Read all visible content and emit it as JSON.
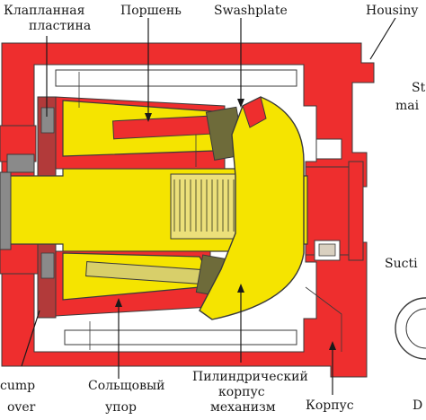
{
  "labels": {
    "valve_plate_line1": "Клапланная",
    "valve_plate_line2": "пластина",
    "piston": "Поршень",
    "swashplate": "Swashplate",
    "housing_top": "Housiny",
    "stroke_line1": "St",
    "stroke_line2": "mai",
    "suction": "Sucti",
    "pump_cover_line1": "cump",
    "pump_cover_line2": "over",
    "retainer_line1": "Сольщовый",
    "retainer_line2": "упор",
    "cylinder_line1": "Пилиндрический",
    "cylinder_line2": "корпус",
    "cylinder_line3": "механизм",
    "housing_bottom": "Корпус",
    "edge_bottom_right": "D"
  },
  "colors": {
    "housing": "#ee2e2e",
    "internal": "#f5e400",
    "outline": "#3a3a3a",
    "grey": "#8a8a8a",
    "spline": "#6e6b3a"
  }
}
